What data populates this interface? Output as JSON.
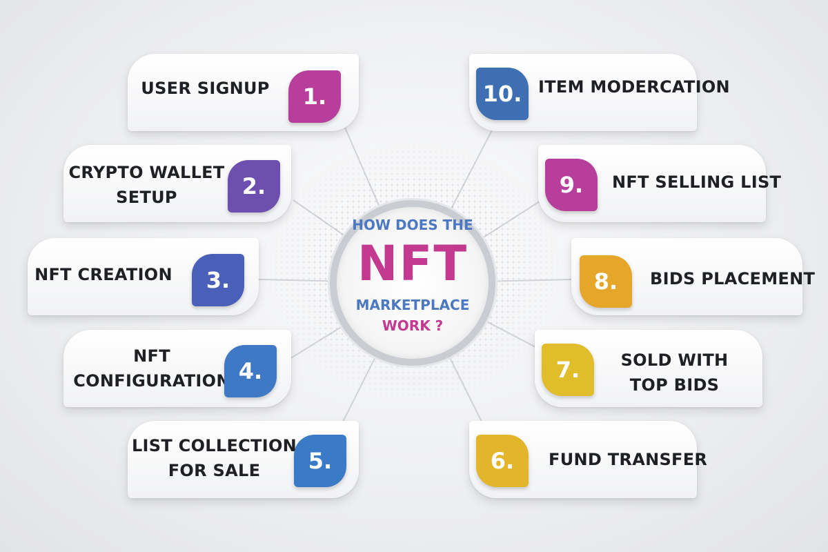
{
  "hub": {
    "line1": "HOW DOES THE",
    "line2": "NFT",
    "line3": "MARKETPLACE",
    "line4": "WORK ?"
  },
  "steps": [
    {
      "number": "1.",
      "lines": [
        "USER SIGNUP"
      ],
      "color": "#b83e9b"
    },
    {
      "number": "2.",
      "lines": [
        "CRYPTO WALLET",
        "SETUP"
      ],
      "color": "#6d4fb0"
    },
    {
      "number": "3.",
      "lines": [
        "NFT CREATION"
      ],
      "color": "#4a5fb8"
    },
    {
      "number": "4.",
      "lines": [
        "NFT",
        "CONFIGURATION"
      ],
      "color": "#3f78c4"
    },
    {
      "number": "5.",
      "lines": [
        "LIST COLLECTION",
        "FOR SALE"
      ],
      "color": "#3a7ac6"
    },
    {
      "number": "6.",
      "lines": [
        "FUND TRANSFER"
      ],
      "color": "#e3b52a"
    },
    {
      "number": "7.",
      "lines": [
        "SOLD WITH",
        "TOP BIDS"
      ],
      "color": "#e2bd2b"
    },
    {
      "number": "8.",
      "lines": [
        "BIDS PLACEMENT"
      ],
      "color": "#e6a62a"
    },
    {
      "number": "9.",
      "lines": [
        "NFT SELLING LIST"
      ],
      "color": "#b83e9b"
    },
    {
      "number": "10.",
      "lines": [
        "ITEM MODERCATION"
      ],
      "color": "#3d6fb2"
    }
  ],
  "colors": {
    "hub_blue": "#4b78c0",
    "hub_magenta": "#c2398f",
    "connector": "#cfd2d6"
  }
}
